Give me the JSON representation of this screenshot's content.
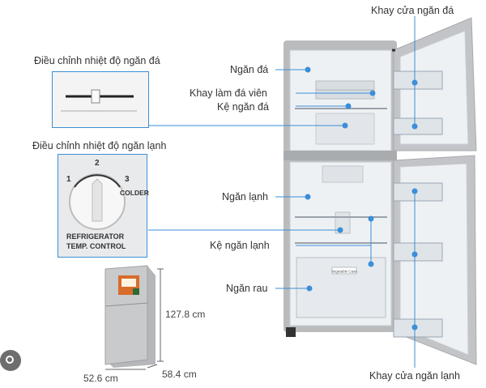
{
  "labels": {
    "freezer_door_tray": "Khay cửa ngăn đá",
    "freezer_temp_control": "Điều chỉnh nhiệt độ ngăn đá",
    "freezer": "Ngăn đá",
    "ice_tray": "Khay làm đá viên",
    "freezer_shelf": "Kệ ngăn đá",
    "fridge_temp_control": "Điều chỉnh nhiệt độ ngăn lạnh",
    "fridge": "Ngăn lạnh",
    "fridge_shelf": "Kệ ngăn lạnh",
    "vegetable_drawer": "Ngăn rau",
    "fridge_door_tray": "Khay cửa ngăn lạnh"
  },
  "dial": {
    "num1": "1",
    "num2": "2",
    "num3": "3",
    "colder": "COLDER",
    "line1": "REFRIGERATOR",
    "line2": "TEMP. CONTROL"
  },
  "dimensions": {
    "height": "127.8 cm",
    "width": "52.6 cm",
    "depth": "58.4 cm"
  },
  "drawer_tag": "Vegetable Case",
  "colors": {
    "accent": "#3b8ed8",
    "fridge_body": "#b9bbbd",
    "interior": "#eef1f4"
  }
}
